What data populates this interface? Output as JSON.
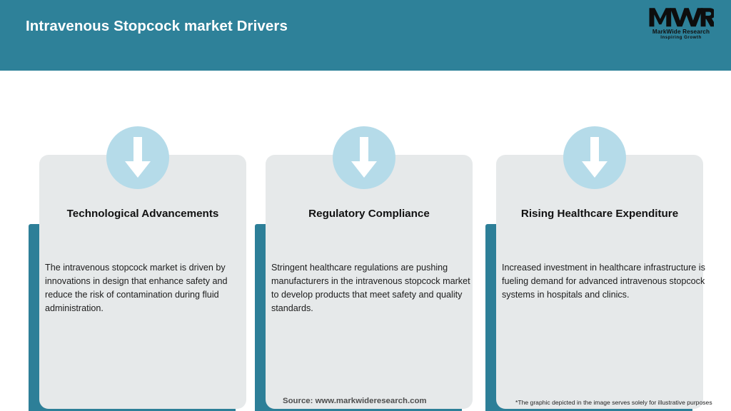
{
  "header": {
    "title": "Intravenous Stopcock market Drivers",
    "background_color": "#2e8199",
    "title_color": "#ffffff"
  },
  "logo": {
    "mark_text": "MWR",
    "name": "MarkWide Research",
    "tagline": "Inspiring Growth",
    "icon": "mwr-logo-icon"
  },
  "cards": [
    {
      "icon": "down-arrow-icon",
      "heading": "Technological Advancements",
      "body": "The intravenous stopcock market is driven by innovations in design that enhance safety and reduce the risk of contamination during fluid administration."
    },
    {
      "icon": "down-arrow-icon",
      "heading": "Regulatory Compliance",
      "body": "Stringent healthcare regulations are pushing manufacturers in the intravenous stopcock market to develop products that meet safety and quality standards."
    },
    {
      "icon": "down-arrow-icon",
      "heading": "Rising Healthcare Expenditure",
      "body": "Increased investment in healthcare infrastructure is fueling demand for advanced intravenous stopcock systems in hospitals and clinics."
    }
  ],
  "footer": {
    "source": "Source: www.markwideresearch.com",
    "disclaimer": "*The graphic depicted in the image serves solely for illustrative purposes"
  },
  "colors": {
    "teal": "#2e8199",
    "card_gray": "#e6e9ea",
    "badge_blue": "#b5dbe9",
    "shadow_teal": "#2d7f98",
    "page_background": "#ffffff"
  }
}
